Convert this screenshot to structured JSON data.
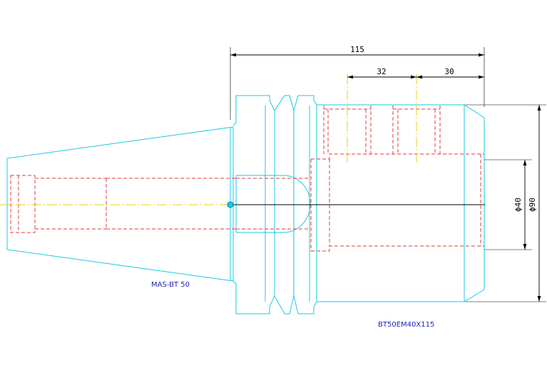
{
  "dimensions": {
    "overall_length": "115",
    "offset_32": "32",
    "offset_30": "30",
    "bore_diameter": "ϕ40",
    "outer_diameter": "ϕ90"
  },
  "labels": {
    "taper": "MAS-BT 50",
    "part": "BT50EM40X115"
  },
  "colors": {
    "outline": "#19c8e6",
    "hidden": "#e43a3a",
    "centerline": "#e8d21b",
    "dimension": "#000000",
    "label": "#1f1fbf"
  }
}
